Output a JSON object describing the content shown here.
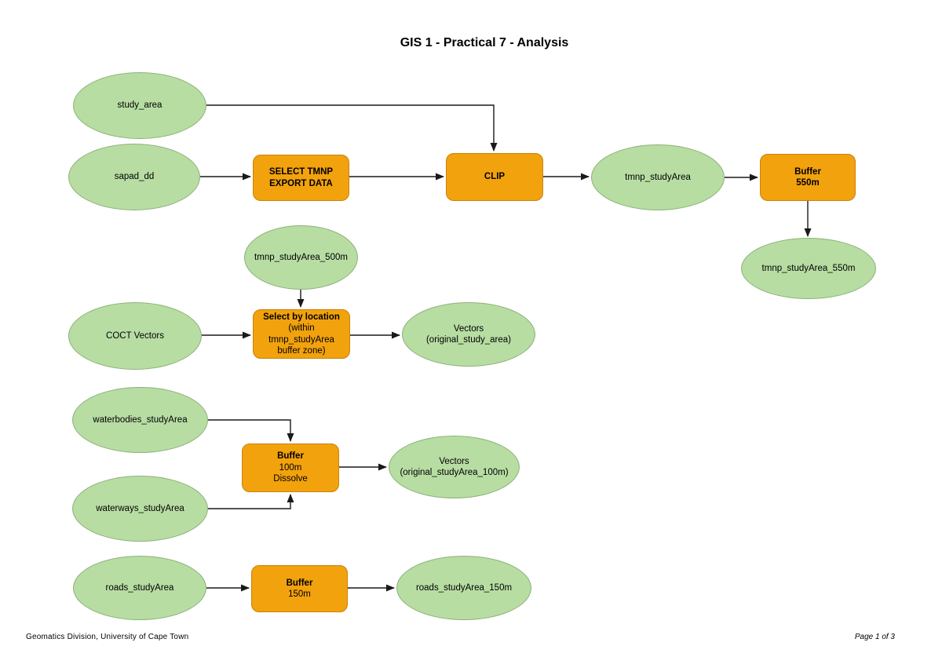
{
  "title": "GIS 1 - Practical 7 - Analysis",
  "colors": {
    "data_fill": "#b7dda3",
    "data_border": "#8cb179",
    "process_fill": "#f2a20d",
    "process_border": "#c8830a",
    "connector": "#1a1a1a",
    "background": "#ffffff"
  },
  "data_nodes": {
    "study_area": {
      "label": "study_area"
    },
    "sapad_dd": {
      "label": "sapad_dd"
    },
    "tmnp_studyArea": {
      "label": "tmnp_studyArea"
    },
    "tmnp_studyArea_550m": {
      "label": "tmnp_studyArea_550m"
    },
    "tmnp_studyArea_500m": {
      "label": "tmnp_studyArea_500m"
    },
    "coct_vectors": {
      "label": "COCT Vectors"
    },
    "vectors_original_study_area": {
      "label": "Vectors",
      "sublabel": "(original_study_area)"
    },
    "waterbodies_studyArea": {
      "label": "waterbodies_studyArea"
    },
    "waterways_studyArea": {
      "label": "waterways_studyArea"
    },
    "vectors_original_studyArea_100m": {
      "label": "Vectors",
      "sublabel": "(original_studyArea_100m)"
    },
    "roads_studyArea": {
      "label": "roads_studyArea"
    },
    "roads_studyArea_150m": {
      "label": "roads_studyArea_150m"
    }
  },
  "process_nodes": {
    "select_tmnp": {
      "line1": "SELECT TMNP",
      "line2": "EXPORT DATA"
    },
    "clip": {
      "title": "CLIP"
    },
    "buffer_550m": {
      "title": "Buffer",
      "line1": "550m"
    },
    "select_by_location": {
      "title": "Select by location",
      "line1": "(within",
      "line2": "tmnp_studyArea",
      "line3": "buffer zone)"
    },
    "buffer_100m": {
      "title": "Buffer",
      "line1": "100m",
      "line2": "Dissolve"
    },
    "buffer_150m": {
      "title": "Buffer",
      "line1": "150m"
    }
  },
  "footer": {
    "left": "Geomatics Division, University of Cape Town",
    "right": "Page 1 of 3"
  }
}
